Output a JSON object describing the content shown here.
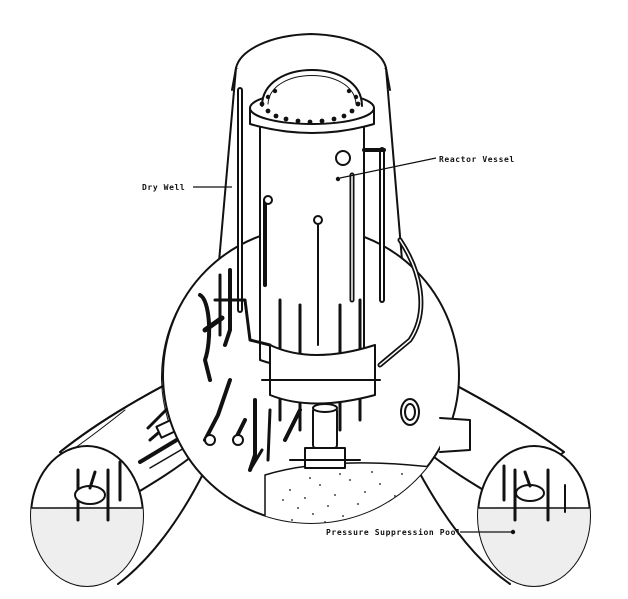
{
  "labels": {
    "dry_well": "Dry Well",
    "reactor_vessel": "Reactor Vessel",
    "pressure_suppression_pool": "Pressure Suppression Pool"
  },
  "colors": {
    "ink": "#111111",
    "paper": "#ffffff"
  }
}
